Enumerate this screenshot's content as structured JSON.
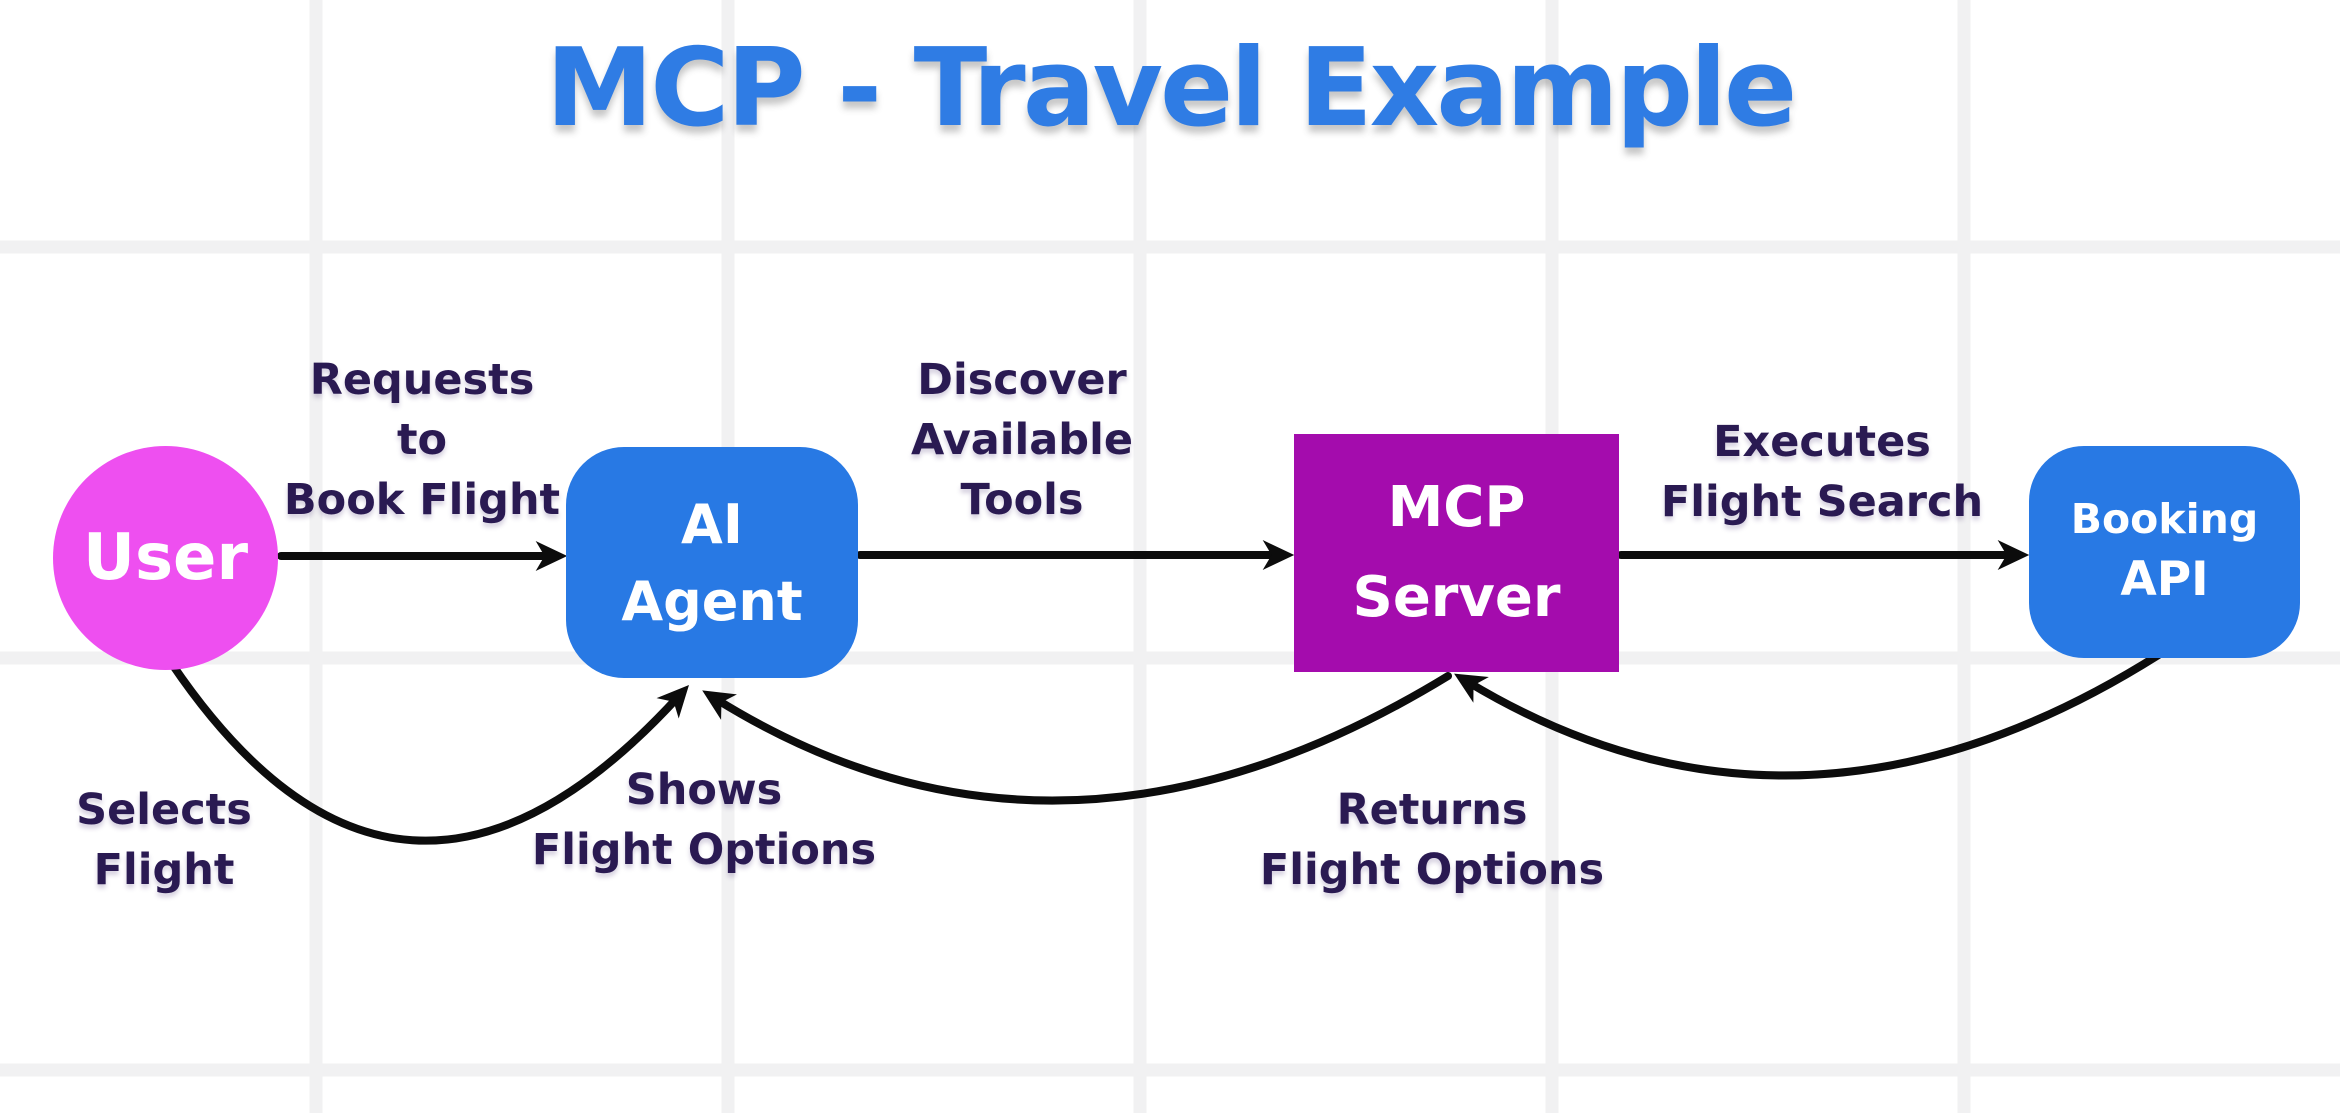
{
  "title": {
    "text": "MCP - Travel Example"
  },
  "colors": {
    "background": "#ffffff",
    "grid_line": "#f1f1f2",
    "title_text": "#2f7ce4",
    "label_text": "#2a1a52",
    "arrow": "#0c0c0c",
    "node_text": "#ffffff",
    "user_fill": "#ee4ff0",
    "agent_fill": "#2879e4",
    "server_fill": "#a40cad",
    "api_fill": "#2879e4"
  },
  "nodes": {
    "user": {
      "label": "User"
    },
    "ai_agent": {
      "line1": "AI",
      "line2": "Agent"
    },
    "mcp_server": {
      "line1": "MCP",
      "line2": "Server"
    },
    "booking_api": {
      "line1": "Booking",
      "line2": "API"
    }
  },
  "edge_labels": {
    "requests_to_book_flight": {
      "line1": "Requests",
      "line2": "to",
      "line3": "Book Flight"
    },
    "discover_available_tools": {
      "line1": "Discover",
      "line2": "Available",
      "line3": "Tools"
    },
    "executes_flight_search": {
      "line1": "Executes",
      "line2": "Flight Search"
    },
    "selects_flight": {
      "line1": "Selects",
      "line2": "Flight"
    },
    "shows_flight_options": {
      "line1": "Shows",
      "line2": "Flight Options"
    },
    "returns_flight_options": {
      "line1": "Returns",
      "line2": "Flight Options"
    }
  }
}
